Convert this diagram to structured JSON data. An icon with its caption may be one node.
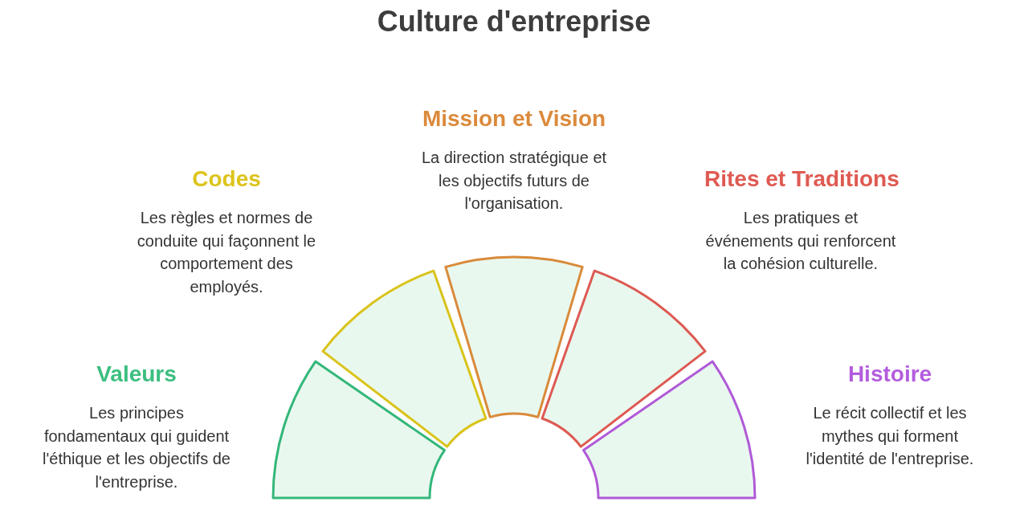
{
  "diagram": {
    "title": "Culture d'entreprise",
    "nodes": [
      {
        "text": [
          "Valeurs",
          "Les principes fondamentaux qui guident l'éthique et les objectifs de l'entreprise."
        ]
      },
      {
        "text": [
          "Codes",
          "Les règles et normes de conduite qui façonnent le comportement des employés."
        ]
      },
      {
        "text": [
          "Mission et Vision",
          "La direction stratégique et les objectifs futurs de l'organisation."
        ]
      },
      {
        "text": [
          "Rites et Traditions",
          "Les pratiques et événements qui renforcent la cohésion culturelle."
        ]
      },
      {
        "text": [
          "Histoire",
          "Le récit collectif et les mythes qui forment l'identité de l'entreprise."
        ]
      }
    ]
  }
}
